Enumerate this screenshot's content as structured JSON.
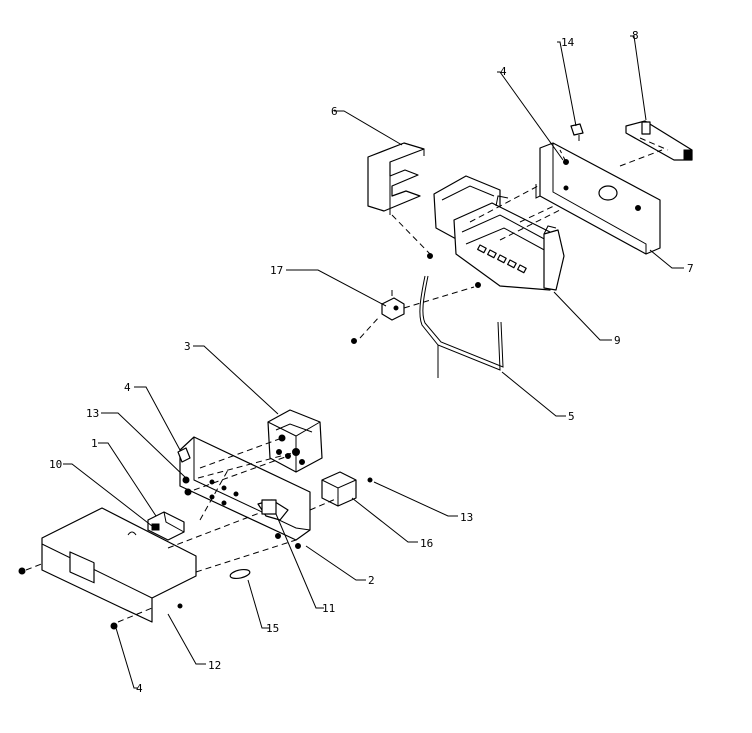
{
  "diagram": {
    "callouts": {
      "c1": "1",
      "c2": "2",
      "c3": "3",
      "c4a": "4",
      "c4b": "4",
      "c4c": "4",
      "c5": "5",
      "c6": "6",
      "c7": "7",
      "c8": "8",
      "c9": "9",
      "c10": "10",
      "c11": "11",
      "c12": "12",
      "c13a": "13",
      "c13b": "13",
      "c14": "14",
      "c15": "15",
      "c16": "16",
      "c17": "17"
    }
  }
}
